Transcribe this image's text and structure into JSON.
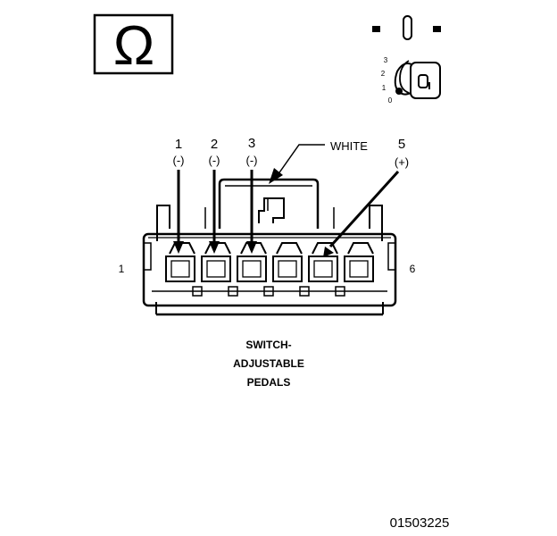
{
  "ohmmeter": {
    "symbol": "Ω"
  },
  "ignition": {
    "positions": [
      "3",
      "2",
      "1",
      "0"
    ]
  },
  "wire_color": "WHITE",
  "pins": [
    {
      "number": "1",
      "polarity": "(-)"
    },
    {
      "number": "2",
      "polarity": "(-)"
    },
    {
      "number": "3",
      "polarity": "(-)"
    },
    {
      "number": "5",
      "polarity": "(+)"
    }
  ],
  "connector": {
    "end_left": "1",
    "end_right": "6"
  },
  "caption": {
    "line1": "SWITCH-",
    "line2": "ADJUSTABLE",
    "line3": "PEDALS"
  },
  "figure_number": "01503225"
}
